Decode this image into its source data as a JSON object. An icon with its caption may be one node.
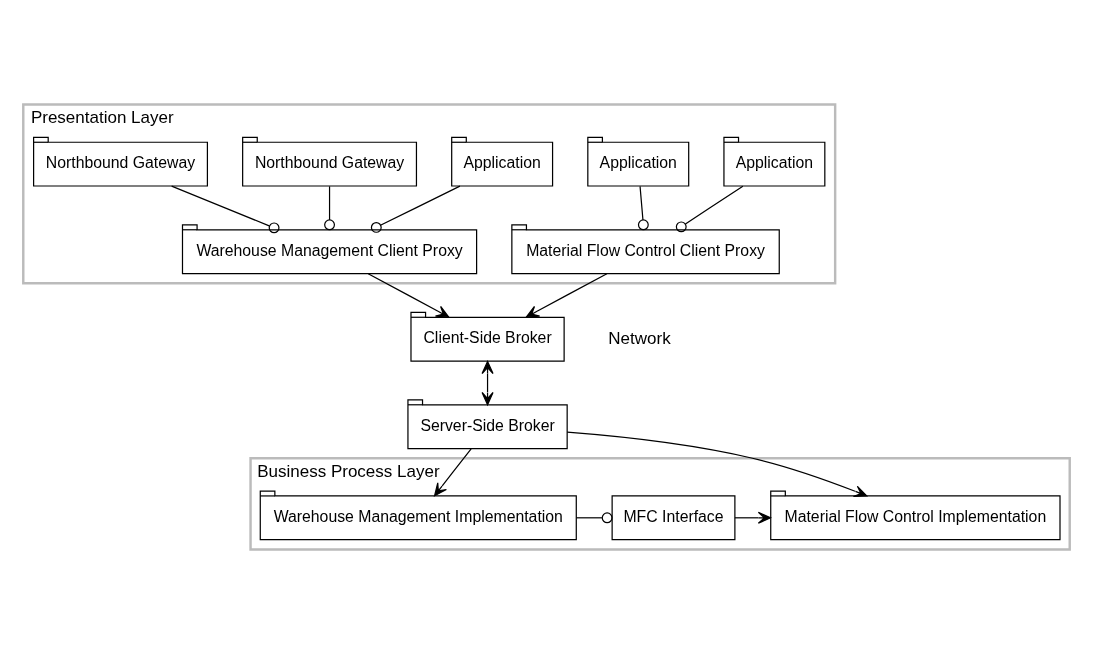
{
  "diagram": {
    "nodes": [
      {
        "text": [
          "Presentation Layer"
        ]
      },
      {
        "text": [
          "Northbound Gateway"
        ],
        "in": 0
      },
      {
        "text": [
          "Northbound Gateway"
        ],
        "in": 0
      },
      {
        "text": [
          "Application"
        ],
        "in": 0
      },
      {
        "text": [
          "Application"
        ],
        "in": 0
      },
      {
        "text": [
          "Application"
        ],
        "in": 0
      },
      {
        "text": [
          "Warehouse Management Client Proxy"
        ],
        "in": 0
      },
      {
        "text": [
          "Material Flow Control Client Proxy"
        ],
        "in": 0
      },
      {
        "text": [
          "Client-Side Broker"
        ]
      },
      {
        "text": [
          "Server-Side Broker"
        ]
      },
      {
        "text": [
          "Business Process Layer"
        ]
      },
      {
        "text": [
          "Warehouse Management Implementation"
        ],
        "in": 10
      },
      {
        "text": [
          "MFC Interface"
        ],
        "in": 10
      },
      {
        "text": [
          "Material Flow Control Implementation"
        ],
        "in": 10
      }
    ],
    "edges": [
      {
        "from": 1,
        "to": 6,
        "arrow": "other"
      },
      {
        "from": 2,
        "to": 6,
        "arrow": "other"
      },
      {
        "from": 3,
        "to": 6,
        "arrow": "other"
      },
      {
        "from": 4,
        "to": 7,
        "arrow": "other"
      },
      {
        "from": 5,
        "to": 7,
        "arrow": "other"
      },
      {
        "from": 6,
        "to": 8,
        "arrow": "to"
      },
      {
        "from": 7,
        "to": 8,
        "arrow": "to"
      },
      {
        "from": 8,
        "to": 9,
        "arrow": "both"
      },
      {
        "from": 9,
        "to": 11,
        "arrow": "to"
      },
      {
        "from": 9,
        "to": 13,
        "arrow": "to"
      },
      {
        "from": 11,
        "to": 12,
        "arrow": "other"
      },
      {
        "from": 12,
        "to": 13,
        "arrow": "to"
      }
    ],
    "labels": [
      "Network"
    ]
  }
}
